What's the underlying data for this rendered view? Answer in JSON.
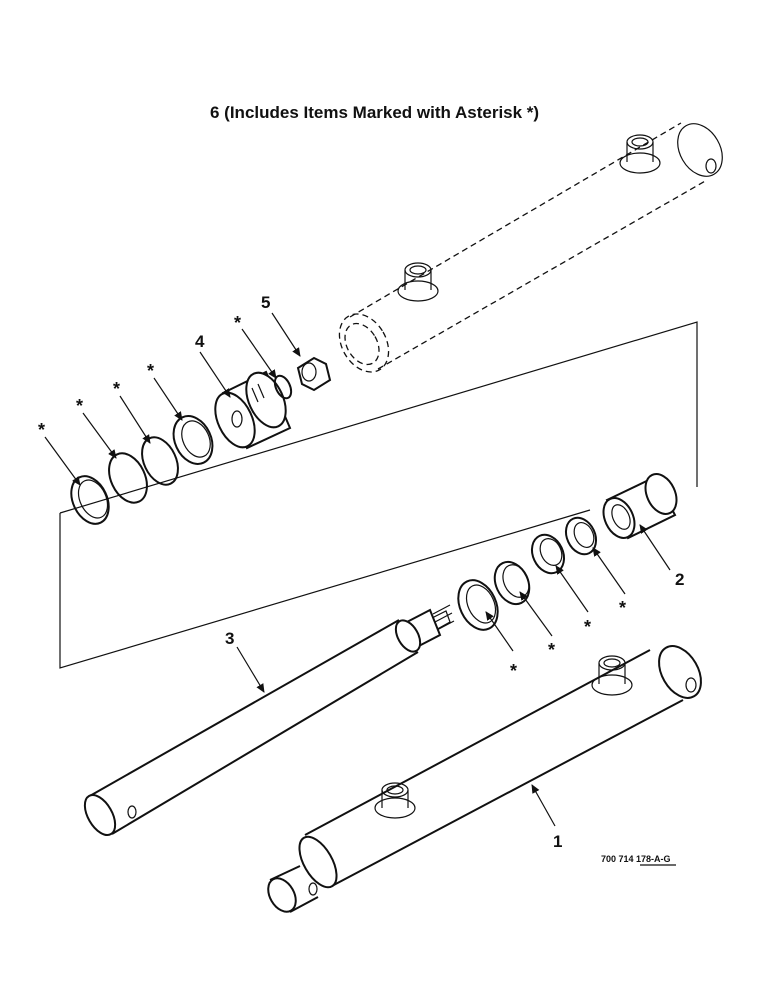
{
  "title": "6 (Includes Items Marked with Asterisk *)",
  "drawing_code": "700 714 178-A-G",
  "callouts": {
    "item1": "1",
    "item2": "2",
    "item3": "3",
    "item4": "4",
    "item5": "5"
  },
  "asterisk": "*"
}
